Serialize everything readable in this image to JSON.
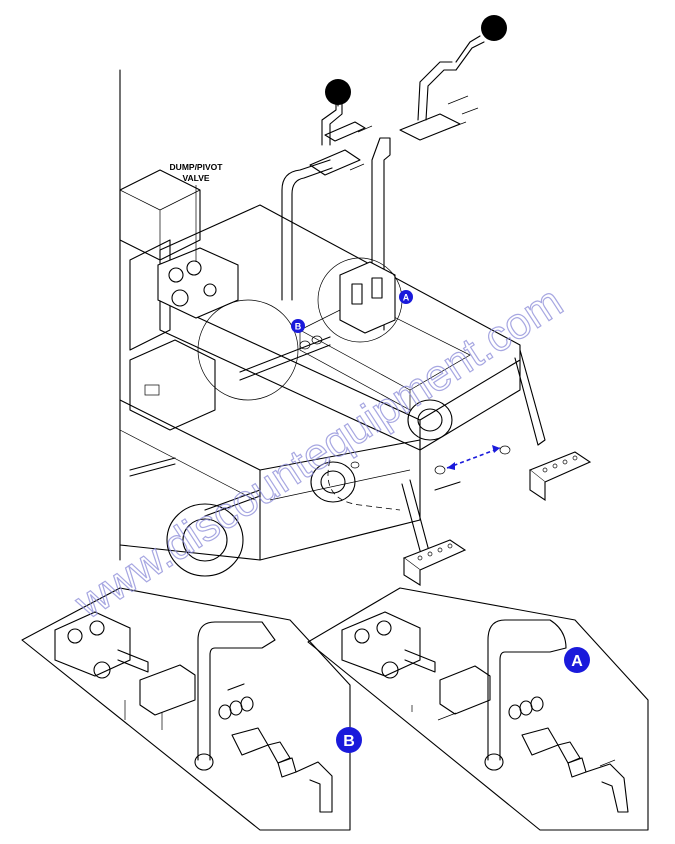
{
  "labels": {
    "valve_line1": "DUMP/PIVOT",
    "valve_line2": "VALVE"
  },
  "callouts": {
    "a": "A",
    "b": "B"
  },
  "watermark": "www.discountequipment.com",
  "colors": {
    "line": "#000000",
    "callout_fill": "#1a1adb",
    "watermark": "#8a8ad8",
    "flow_arrow": "#1a1adb"
  }
}
